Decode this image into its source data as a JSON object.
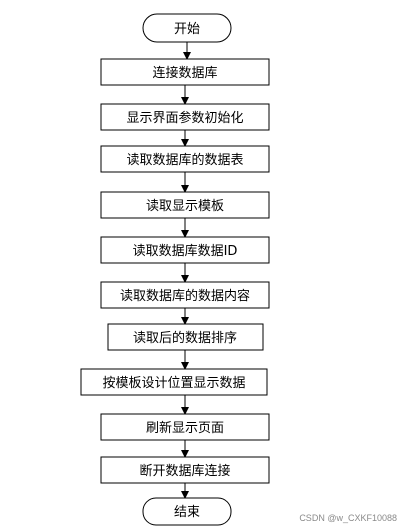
{
  "flowchart": {
    "start": "开始",
    "steps": [
      "连接数据库",
      "显示界面参数初始化",
      "读取数据库的数据表",
      "读取显示模板",
      "读取数据库数据ID",
      "读取数据库的数据内容",
      "读取后的数据排序",
      "按模板设计位置显示数据",
      "刷新显示页面",
      "断开数据库连接"
    ],
    "end": "结束"
  },
  "watermark": "CSDN @w_CXKF10088",
  "colors": {
    "stroke": "#000000",
    "fill": "#ffffff",
    "text": "#000000"
  }
}
